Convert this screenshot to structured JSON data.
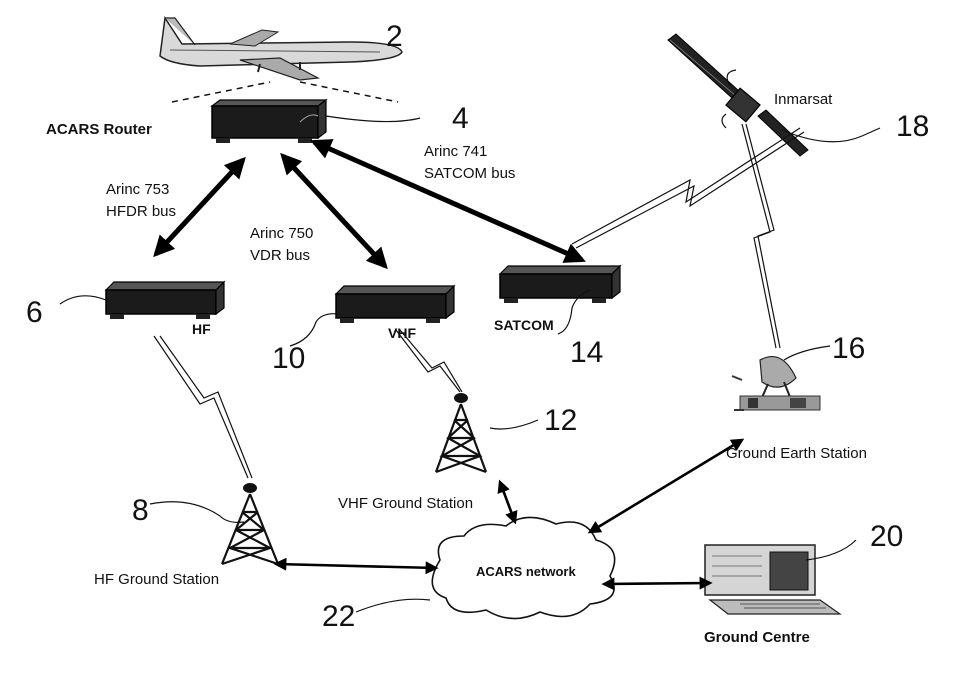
{
  "labels": {
    "acars_router": "ACARS Router",
    "inmarsat": "Inmarsat",
    "arinc_741_line1": "Arinc 741",
    "arinc_741_line2": "SATCOM  bus",
    "arinc_753_line1": "Arinc 753",
    "arinc_753_line2": "HFDR bus",
    "arinc_750_line1": "Arinc 750",
    "arinc_750_line2": "VDR bus",
    "hf": "HF",
    "vhf": "VHF",
    "satcom": "SATCOM",
    "ground_earth_station": "Ground Earth Station",
    "vhf_ground_station": "VHF Ground Station",
    "hf_ground_station": "HF Ground Station",
    "acars_network": "ACARS network",
    "ground_centre": "Ground Centre"
  },
  "refs": {
    "aircraft": "2",
    "router": "4",
    "hf_unit": "6",
    "hf_ground": "8",
    "vhf_unit": "10",
    "vhf_ground": "12",
    "satcom_unit": "14",
    "earth_station": "16",
    "satellite": "18",
    "ground_centre": "20",
    "network": "22"
  }
}
